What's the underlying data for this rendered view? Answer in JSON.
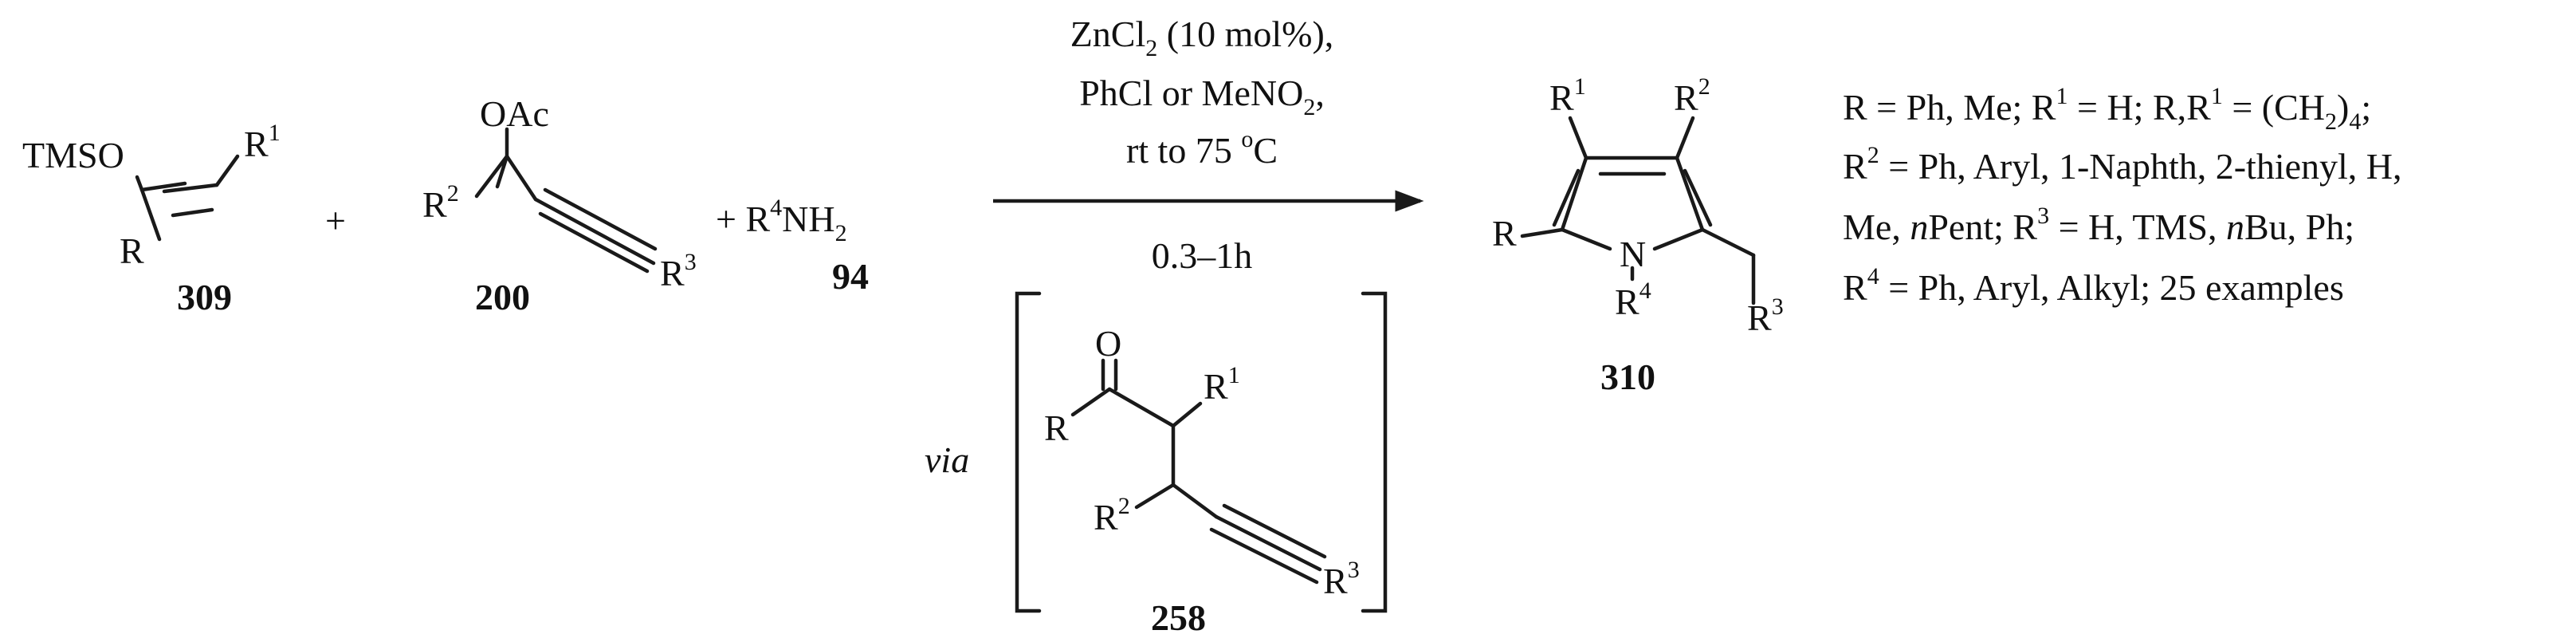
{
  "reactants": {
    "silyl_enol_ether": {
      "label": "309",
      "substituents": {
        "otms": "TMSO",
        "r": "R",
        "r1": "R",
        "r1_sup": "1"
      }
    },
    "propargyl_acetate": {
      "label": "200",
      "substituents": {
        "oac": "OAc",
        "r2": "R",
        "r2_sup": "2",
        "r3": "R",
        "r3_sup": "3"
      }
    },
    "amine": {
      "label": "94",
      "formula": {
        "plus_r": "+  R",
        "r4_sup": "4",
        "nh": "NH",
        "sub2": "2"
      }
    }
  },
  "plus_sign": "+",
  "conditions": {
    "line1": {
      "a": "ZnCl",
      "sub": "2",
      "b": " (10 mol%),"
    },
    "line2": {
      "a": "PhCl or MeNO",
      "sub": "2",
      "b": ","
    },
    "line3": {
      "a": "rt to 75 ",
      "sup": "o",
      "b": "C"
    },
    "line4": "0.3–1h"
  },
  "intermediate": {
    "via": "via",
    "label": "258",
    "substituents": {
      "o": "O",
      "r": "R",
      "r1": "R",
      "r1_sup": "1",
      "r2": "R",
      "r2_sup": "2",
      "r3": "R",
      "r3_sup": "3"
    }
  },
  "product": {
    "label": "310",
    "substituents": {
      "r": "R",
      "n": "N",
      "r1": "R",
      "r1_sup": "1",
      "r2": "R",
      "r2_sup": "2",
      "r3": "R",
      "r3_sup": "3",
      "r4": "R",
      "r4_sup": "4"
    }
  },
  "scope": {
    "line1": {
      "a": "R = Ph, Me; R",
      "s1": "1",
      "b": " = H; R,R",
      "s2": "1",
      "c": " = (CH",
      "s3": "2",
      "d": ")",
      "s4": "4",
      "e": ";"
    },
    "line2": {
      "a": "R",
      "s1": "2",
      "b": " = Ph, Aryl, 1-Naphth, 2-thienyl, H,"
    },
    "line3": {
      "a": "Me, ",
      "i1": "n",
      "b": "Pent; R",
      "s1": "3",
      "c": " = H, TMS, ",
      "i2": "n",
      "d": "Bu, Ph;"
    },
    "line4": {
      "a": "R",
      "s1": "4",
      "b": " = Ph, Aryl, Alkyl; 25 examples"
    }
  }
}
